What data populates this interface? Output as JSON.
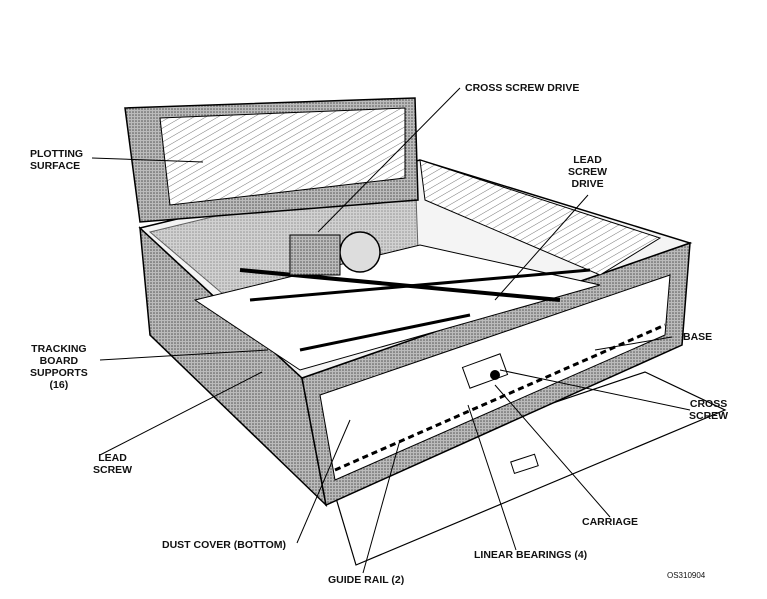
{
  "labels": {
    "cross_screw_drive": "CROSS SCREW DRIVE",
    "plotting_surface": [
      "PLOTTING",
      "SURFACE"
    ],
    "lead_screw_drive": [
      "LEAD",
      "SCREW",
      "DRIVE"
    ],
    "tracking_board_supports": [
      "TRACKING",
      "BOARD",
      "SUPPORTS",
      "(16)"
    ],
    "base": "BASE",
    "cross_screw": [
      "CROSS",
      "SCREW"
    ],
    "lead_screw": [
      "LEAD",
      "SCREW"
    ],
    "carriage": "CARRIAGE",
    "dust_cover": "DUST COVER (BOTTOM)",
    "linear_bearings": "LINEAR BEARINGS (4)",
    "guide_rail": "GUIDE RAIL (2)"
  },
  "figure_id": "OS310904"
}
